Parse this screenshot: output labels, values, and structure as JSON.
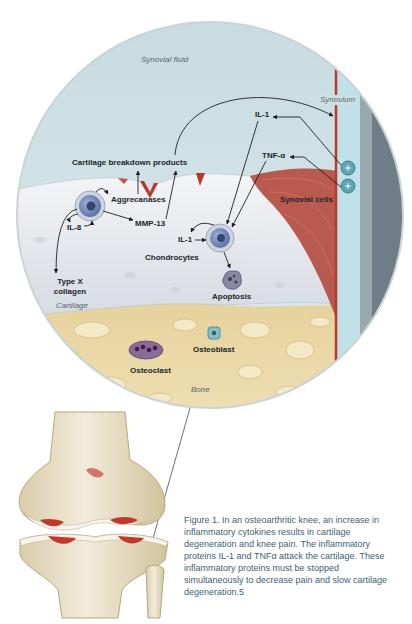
{
  "diagram": {
    "caption": "Figure 1. In an osteoarthritic knee, an increase in inflammatory cytokines results in cartilage degeneration and knee pain. The inflammatory proteins IL-1 and TNFα attack the cartilage. These inflammatory proteins must be stopped simultaneously to decrease pain and slow cartilage degeneration.5",
    "labels": [
      "Synovial fluid",
      "Synovium",
      "Cartilage breakdown products",
      "IL-1",
      "TNF-α",
      "Synovial cells",
      "Aggrecanases",
      "IL-8",
      "MMP-13",
      "IL-1",
      "Type X collagen",
      "Chondrocytes",
      "Cartilage",
      "Apoptosis",
      "Osteoclast",
      "Osteoblast",
      "Bone"
    ]
  }
}
